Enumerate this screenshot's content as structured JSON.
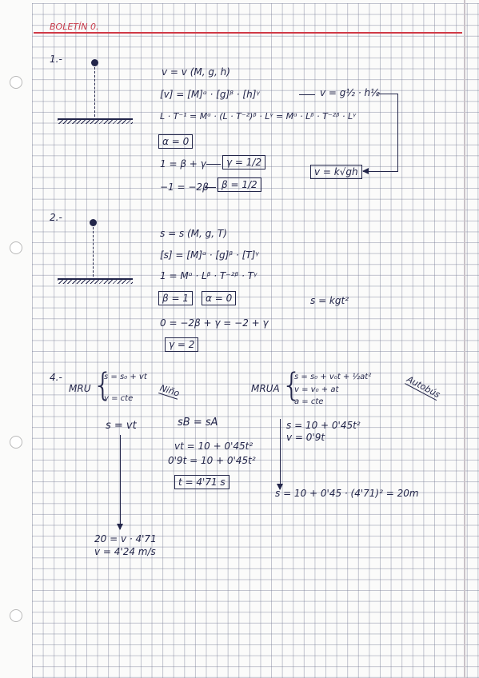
{
  "header": {
    "title": "BOLETÍN 0."
  },
  "ex1": {
    "number": "1.-",
    "l1": "v = v (M, g, h)",
    "l2": "[v] = [M]ᵅ · [g]ᵝ · [h]ᵞ",
    "result": "v = g½ · h½",
    "l3": "L · T⁻¹ = Mᵅ · (L · T⁻²)ᵝ · Lᵞ = Mᵅ · Lᵝ · T⁻²ᵝ · Lᵞ",
    "alpha": "α = 0",
    "eq1": "1 = β + γ",
    "gamma": "γ = 1/2",
    "eq2": "−1 = −2β",
    "beta": "β = 1/2",
    "final": "v = k√gh"
  },
  "ex2": {
    "number": "2.-",
    "l1": "s = s (M, g, T)",
    "l2": "[s] = [M]ᵅ · [g]ᵝ · [T]ᵞ",
    "l3": "1 = Mᵅ · Lᵝ · T⁻²ᵝ · Tᵞ",
    "beta": "β = 1",
    "alpha": "α = 0",
    "result": "s = kgt²",
    "eq": "0 = −2β + γ = −2 + γ",
    "gamma": "γ = 2"
  },
  "ex4": {
    "number": "4.-",
    "mru_label": "MRU",
    "mru_s": "s = s₀ + vt",
    "mru_v": "v = cte",
    "nino": "Niño",
    "mrua_label": "MRUA",
    "mrua_s": "s = s₀ + v₀t + ½at²",
    "mrua_v": "v = v₀ + at",
    "mrua_a": "a = cte",
    "autobus": "Autobús",
    "s_vt": "s = vt",
    "sb_sa": "sB = sA",
    "eq_a": "vt = 10 + 0'45t²",
    "eq_b": "0'9t = 10 + 0'45t²",
    "t_result": "t = 4'71 s",
    "bus_s": "s = 10 + 0'45t²",
    "bus_v": "v = 0'9t",
    "bus_final": "s = 10 + 0'45 · (4'71)² = 20m",
    "nino_eq": "20 = v · 4'71",
    "nino_v": "v = 4'24 m/s"
  }
}
